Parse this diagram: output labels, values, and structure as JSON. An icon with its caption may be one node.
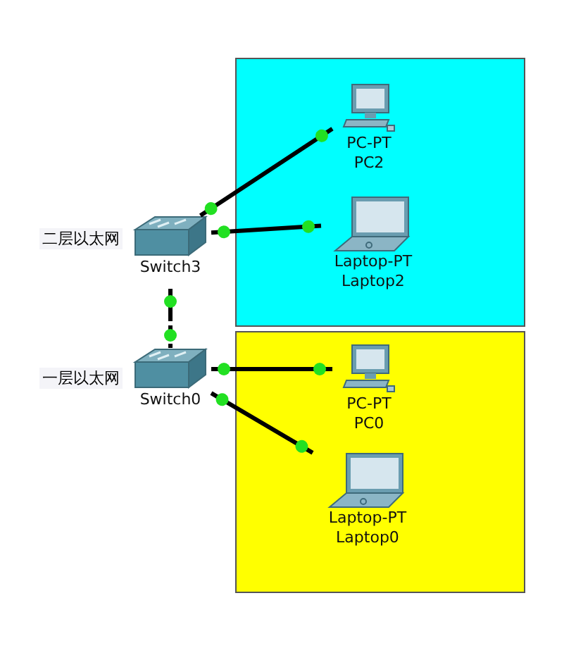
{
  "diagram": {
    "nodes": [
      {
        "text": [],
        "shape": "box"
      },
      {
        "text": [
          "PC-PT",
          "PC2"
        ],
        "in": 0
      },
      {
        "text": [
          "Laptop-PT",
          "Laptop2"
        ],
        "in": 0
      },
      {
        "text": [
          "Switch3"
        ],
        "beside": [
          "二层以太网"
        ]
      },
      {
        "text": [],
        "shape": "box"
      },
      {
        "text": [
          "Switch0"
        ],
        "beside": [
          "一层以太网"
        ]
      },
      {
        "text": [
          "PC-PT",
          "PC0"
        ],
        "in": 4
      },
      {
        "text": [
          "Laptop-PT",
          "Laptop0"
        ],
        "in": 4
      }
    ],
    "edges": [
      {
        "from": 3,
        "to": 1,
        "arrow": "other"
      },
      {
        "from": 3,
        "to": 2,
        "arrow": "other"
      },
      {
        "from": 3,
        "to": 5,
        "arrow": "other",
        "style": "dashed"
      },
      {
        "from": 5,
        "to": 6,
        "arrow": "other"
      },
      {
        "from": 5,
        "to": 7,
        "arrow": "other"
      }
    ]
  }
}
